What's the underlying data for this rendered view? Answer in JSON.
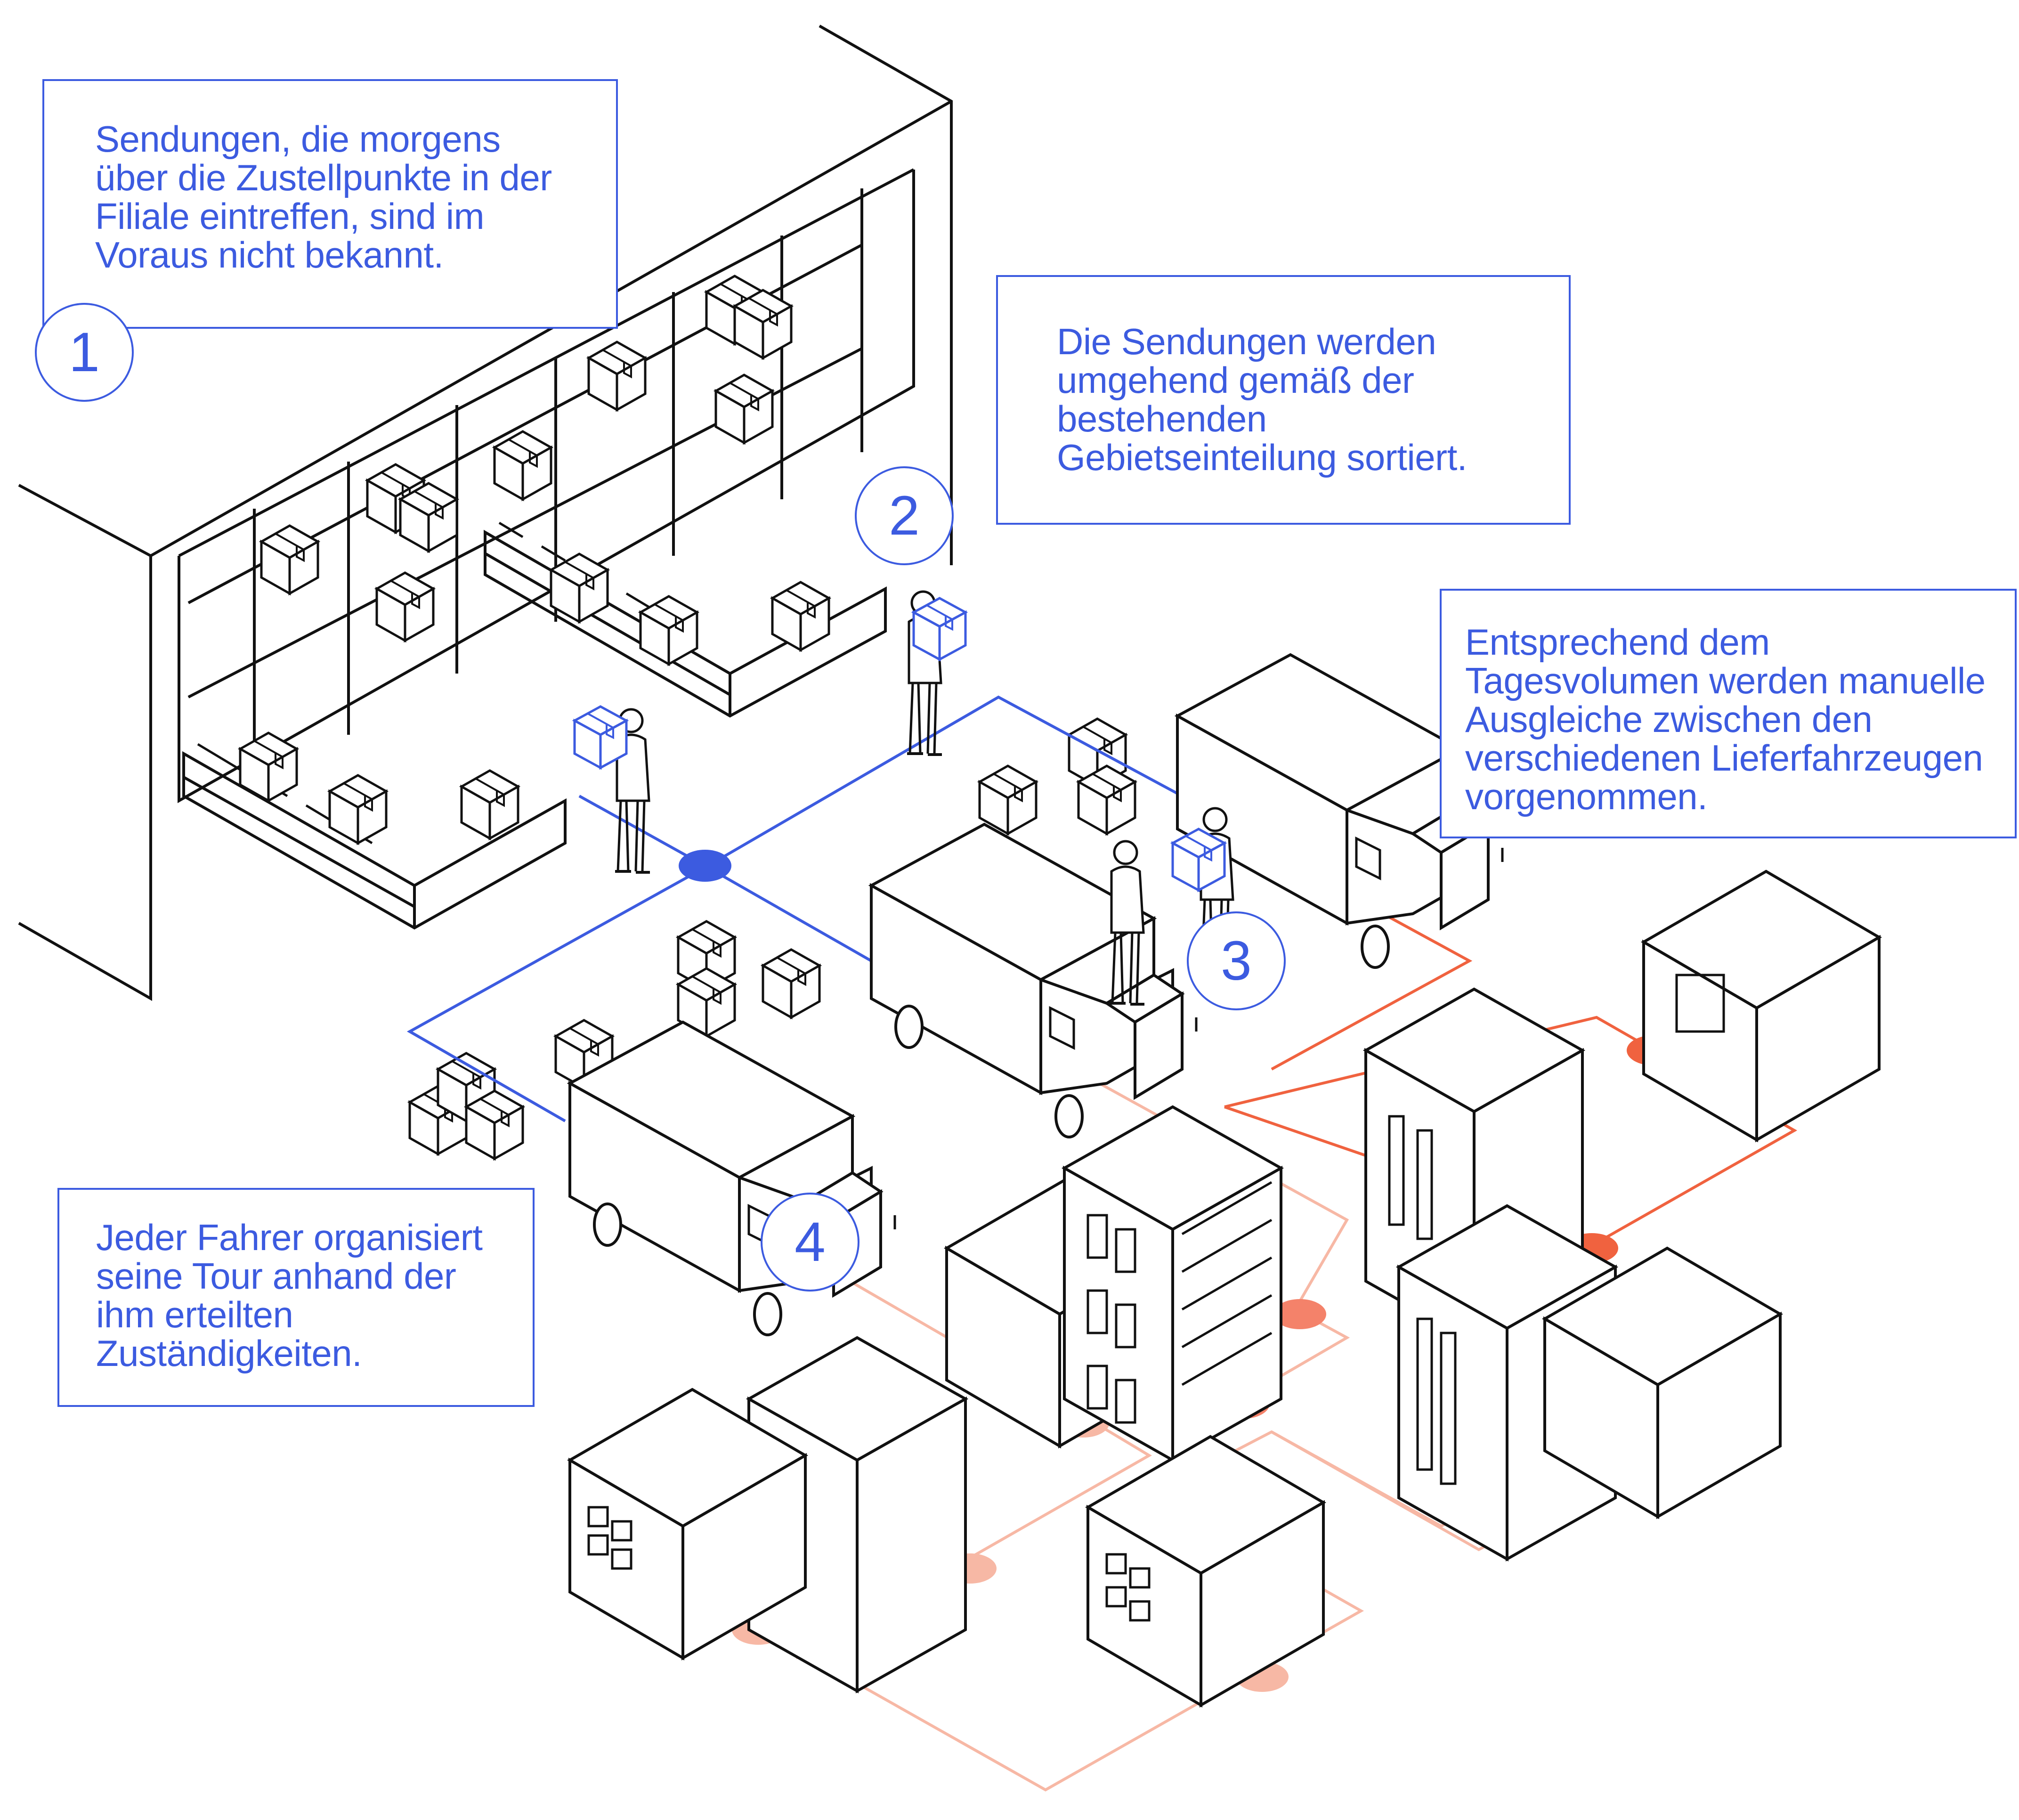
{
  "colors": {
    "accent_blue": "#3c5be0",
    "route_red": "#f0623f",
    "route_pink": "#f7b8a5",
    "line_black": "#111111"
  },
  "callouts": [
    {
      "number": "1",
      "text": "Sendungen, die morgens\nüber die Zustellpunkte in der\nFiliale eintreffen, sind im\nVoraus nicht bekannt."
    },
    {
      "number": "2",
      "text": "Die Sendungen werden\numgehend gemäß der\nbestehenden\nGebietseinteilung sortiert."
    },
    {
      "number": "3",
      "text": "Entsprechend dem\nTagesvolumen werden manuelle\nAusgleiche zwischen den\nverschiedenen Lieferfahrzeugen\nvorgenommen."
    },
    {
      "number": "4",
      "text": "Jeder Fahrer organisiert\nseine Tour anhand der\nihm erteilten\nZuständigkeiten."
    }
  ],
  "icons": [
    "warehouse-icon",
    "shelf-icon",
    "conveyor-icon",
    "parcel-icon",
    "worker-icon",
    "truck-icon",
    "building-icon",
    "route-node-icon"
  ]
}
